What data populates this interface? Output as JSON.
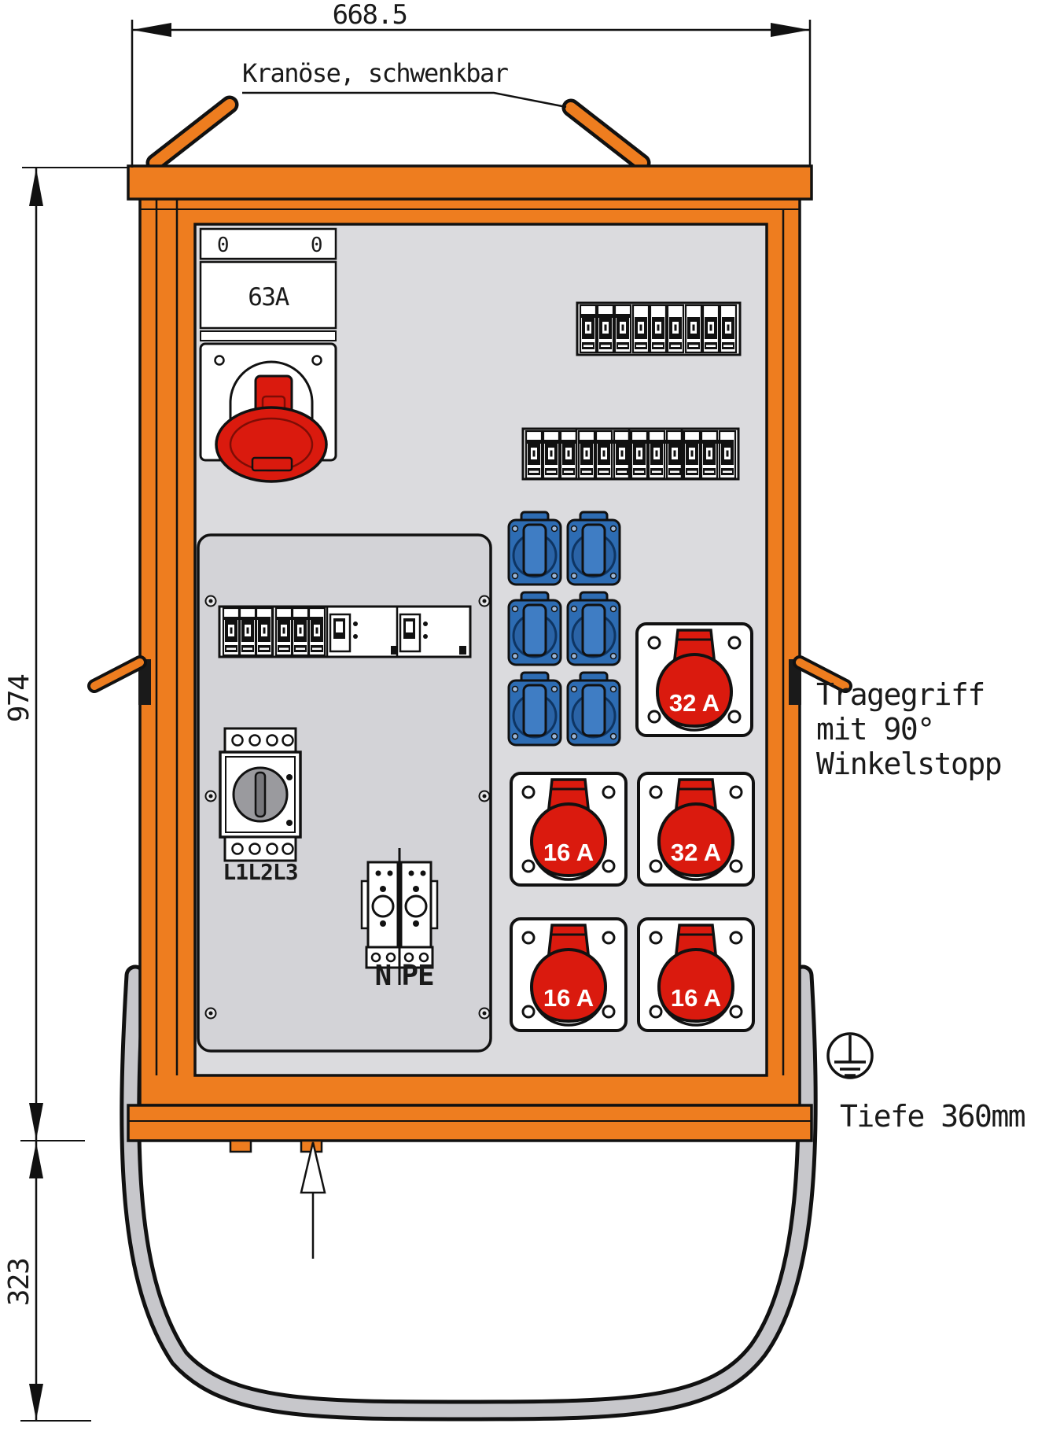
{
  "annotations": {
    "width_dim": "668.5",
    "height_dim": "974",
    "stand_dim": "323",
    "crane_label": "Kranöse, schwenkbar",
    "handle_note_line1": "Tragegriff",
    "handle_note_line2": "mit 90°",
    "handle_note_line3": "Winkelstopp",
    "depth_note": "Tiefe 360mm"
  },
  "devices": {
    "main_inlet": {
      "marker_left": "0",
      "marker_right": "0",
      "rating": "63A"
    },
    "master_switch_label": "L1L2L3",
    "terminal_n": "N",
    "terminal_pe": "PE",
    "cee_sockets": [
      {
        "position": "right-top",
        "label": "32 A"
      },
      {
        "position": "mid-left",
        "label": "16 A"
      },
      {
        "position": "mid-right",
        "label": "32 A"
      },
      {
        "position": "bottom-left",
        "label": "16 A"
      },
      {
        "position": "bottom-right",
        "label": "16 A"
      }
    ]
  },
  "colors": {
    "cabinet_orange": "#ee7d1f",
    "cee_red": "#da1a0e",
    "schuko_blue": "#2d6cb3",
    "plate_gray": "#dbdbde",
    "stand_gray": "#c7c7cb"
  }
}
